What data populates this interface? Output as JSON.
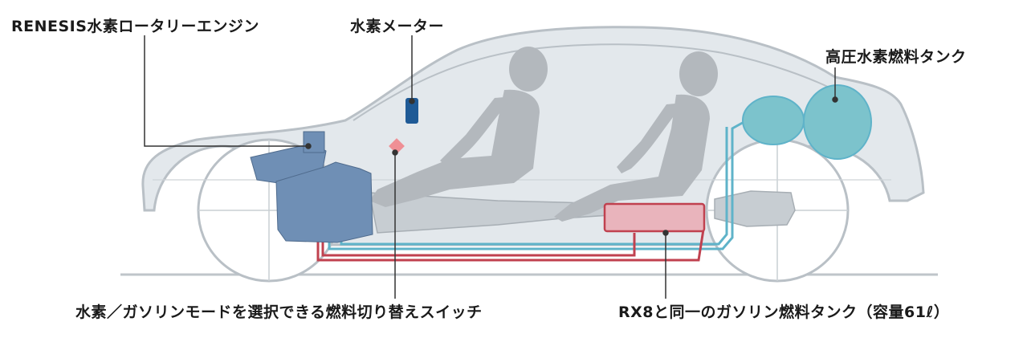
{
  "labels": {
    "engine": "RENESIS水素ロータリーエンジン",
    "hydrogen_meter": "水素メーター",
    "high_pressure_tank": "高圧水素燃料タンク",
    "fuel_switch": "水素／ガソリンモードを選択できる燃料切り替えスイッチ",
    "gasoline_tank": "RX8と同一のガソリン燃料タンク（容量61ℓ）"
  },
  "colors": {
    "car_body_fill": "#e3e8ec",
    "car_outline": "#b9c0c6",
    "engine": "#6f8fb5",
    "hydrogen_tank": "#7cc3cc",
    "gasoline_tank": "#e9b4bc",
    "hydrogen_line": "#5fb3c9",
    "gasoline_line": "#c0414f",
    "meter": "#1f5a96",
    "switch": "#ef8f95",
    "passenger": "#b3b8bd",
    "leader_line": "#333333"
  }
}
